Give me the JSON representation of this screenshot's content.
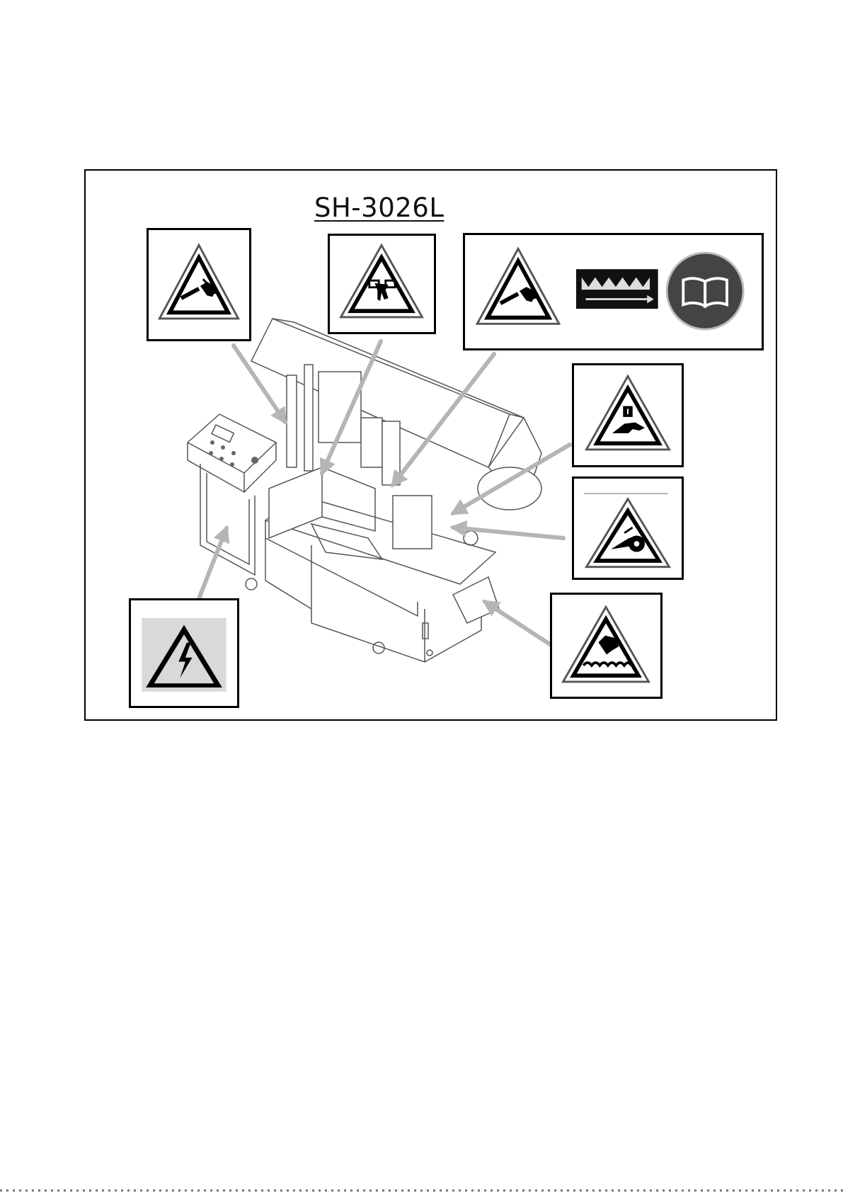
{
  "diagram": {
    "model_title": "SH-3026L",
    "labels": [
      {
        "id": "cut-hand-left",
        "icon": "hand-cut-warning-icon"
      },
      {
        "id": "crush-hand-center",
        "icon": "hand-crush-warning-icon"
      },
      {
        "id": "blade-group",
        "icons": [
          "hand-cut-warning-icon",
          "blade-direction-icon",
          "read-manual-icon"
        ]
      },
      {
        "id": "pinch-right",
        "icon": "hand-pinch-warning-icon"
      },
      {
        "id": "belt-right",
        "icon": "belt-entanglement-warning-icon"
      },
      {
        "id": "chip-conveyor",
        "icon": "chip-conveyor-warning-icon"
      },
      {
        "id": "electrical",
        "icon": "electric-shock-warning-icon"
      }
    ],
    "colors": {
      "frame": "#000000",
      "arrow": "#b5b5b5",
      "line": "#555555"
    }
  }
}
